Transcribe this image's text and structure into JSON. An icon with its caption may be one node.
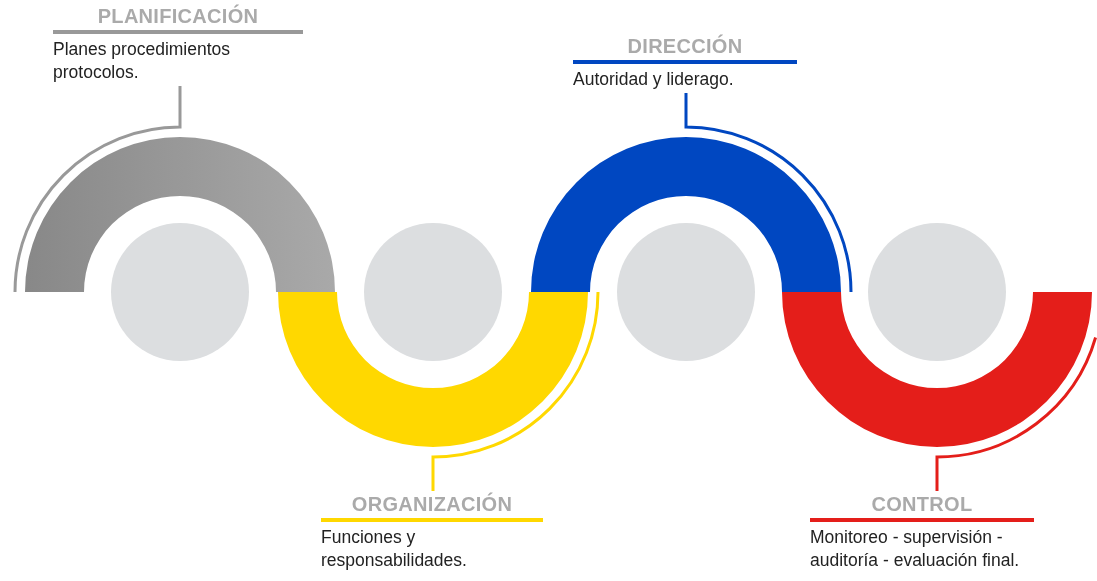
{
  "diagram": {
    "nodes": [
      {
        "text": [
          "PLANIFICACIÓN",
          "Planes procedimientos protocolos."
        ]
      },
      {
        "text": [
          "DIRECCIÓN",
          "Autoridad y liderago."
        ]
      },
      {
        "text": [
          "ORGANIZACIÓN",
          "Funciones y responsabilidades."
        ]
      },
      {
        "text": [
          "CONTROL",
          "Monitoreo - supervisión - auditoría - evaluación final."
        ]
      },
      {
        "text": [],
        "shape": "arch"
      },
      {
        "text": [],
        "shape": "arch"
      },
      {
        "text": [],
        "shape": "arch"
      },
      {
        "text": [],
        "shape": "arch"
      },
      {
        "text": [],
        "shape": "circle"
      },
      {
        "text": [],
        "shape": "circle"
      },
      {
        "text": [],
        "shape": "circle"
      },
      {
        "text": [],
        "shape": "circle"
      }
    ],
    "edges": [
      {
        "from": 0,
        "to": 4,
        "arrow": "none",
        "color": "#999999"
      },
      {
        "from": 1,
        "to": 6,
        "arrow": "none",
        "color": "#0047c1"
      },
      {
        "from": 2,
        "to": 5,
        "arrow": "none",
        "color": "#ffd800"
      },
      {
        "from": 3,
        "to": 7,
        "arrow": "none",
        "color": "#e41e1a"
      }
    ]
  }
}
